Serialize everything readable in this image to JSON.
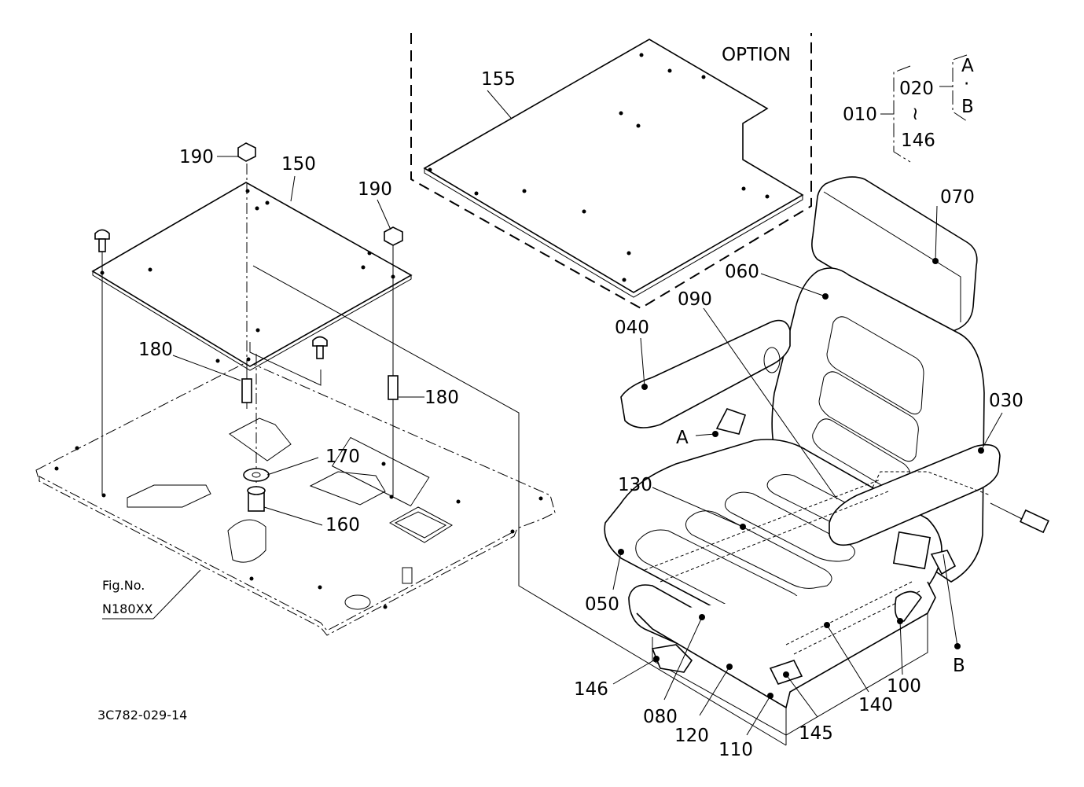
{
  "title": "OPTION",
  "figure": {
    "prefix": "Fig.No.",
    "number": "N180XX"
  },
  "drawing_code": "3C782-029-14",
  "assembly": {
    "main": "010",
    "range_start": "020",
    "range_tilde": "≀",
    "range_end": "146",
    "variant_a": "A",
    "variant_sep": "·",
    "variant_b": "B"
  },
  "callouts": {
    "c155": "155",
    "c190a": "190",
    "c150": "150",
    "c190b": "190",
    "c180a": "180",
    "c180b": "180",
    "c170": "170",
    "c160": "160",
    "c070": "070",
    "c060": "060",
    "c090": "090",
    "c040": "040",
    "c030": "030",
    "cA": "A",
    "c130": "130",
    "c050": "050",
    "c100": "100",
    "cB": "B",
    "c146": "146",
    "c080": "080",
    "c120": "120",
    "c110": "110",
    "c145": "145",
    "c140": "140"
  }
}
